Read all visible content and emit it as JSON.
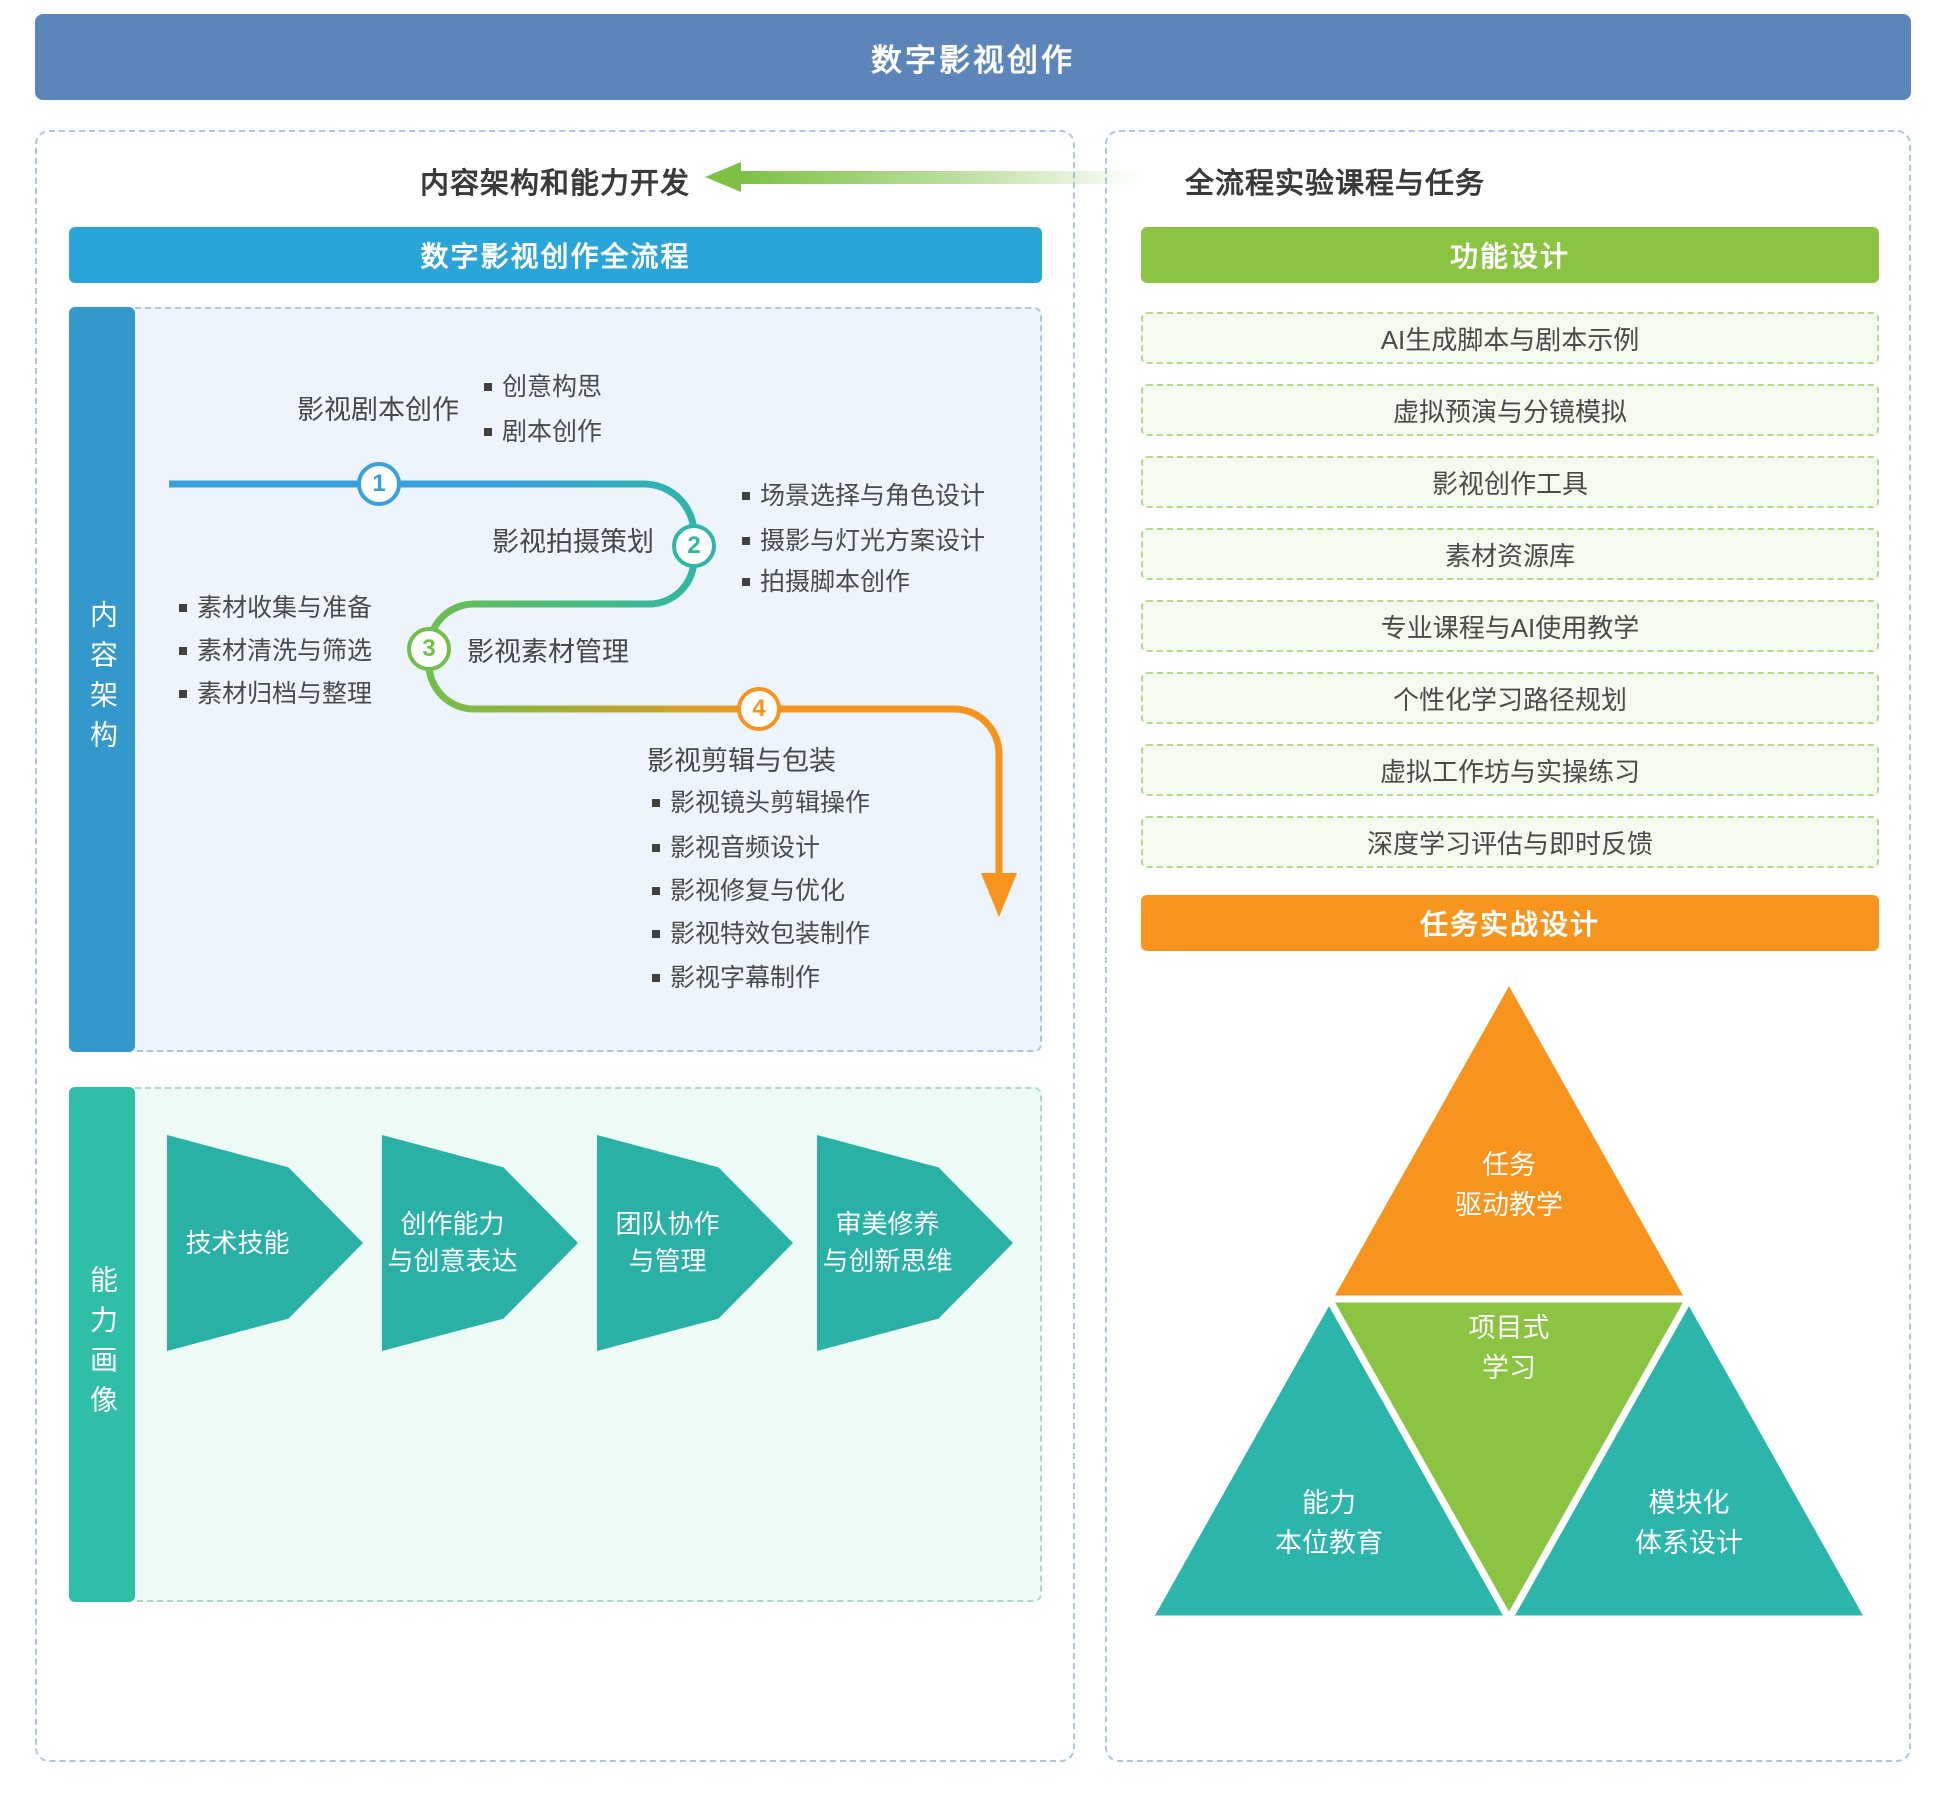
{
  "page": {
    "title": "数字影视创作"
  },
  "left_panel": {
    "title": "内容架构和能力开发",
    "process_header": "数字影视创作全流程",
    "sidebar_label": "内容架构",
    "stages": [
      {
        "num": "1",
        "label": "影视剧本创作",
        "bullets": [
          "创意构思",
          "剧本创作"
        ]
      },
      {
        "num": "2",
        "label": "影视拍摄策划",
        "bullets": [
          "场景选择与角色设计",
          "摄影与灯光方案设计",
          "拍摄脚本创作"
        ]
      },
      {
        "num": "3",
        "label": "影视素材管理",
        "bullets": [
          "素材收集与准备",
          "素材清洗与筛选",
          "素材归档与整理"
        ]
      },
      {
        "num": "4",
        "label": "影视剪辑与包装",
        "bullets": [
          "影视镜头剪辑操作",
          "影视音频设计",
          "影视修复与优化",
          "影视特效包装制作",
          "影视字幕制作"
        ]
      }
    ],
    "capability": {
      "sidebar_label": "能力画像",
      "items": [
        {
          "line1": "技术技能",
          "line2": ""
        },
        {
          "line1": "创作能力",
          "line2": "与创意表达"
        },
        {
          "line1": "团队协作",
          "line2": "与管理"
        },
        {
          "line1": "审美修养",
          "line2": "与创新思维"
        }
      ]
    }
  },
  "right_panel": {
    "title": "全流程实验课程与任务",
    "function_header": "功能设计",
    "function_items": [
      "AI生成脚本与剧本示例",
      "虚拟预演与分镜模拟",
      "影视创作工具",
      "素材资源库",
      "专业课程与AI使用教学",
      "个性化学习路径规划",
      "虚拟工作坊与实操练习",
      "深度学习评估与即时反馈"
    ],
    "task_header": "任务实战设计",
    "pyramid": {
      "top": {
        "line1": "任务",
        "line2": "驱动教学"
      },
      "middle": {
        "line1": "项目式",
        "line2": "学习"
      },
      "bottom_left": {
        "line1": "能力",
        "line2": "本位教育"
      },
      "bottom_right": {
        "line1": "模块化",
        "line2": "体系设计"
      }
    }
  },
  "colors": {
    "header_bar": "#5c86ba",
    "process_header": "#2aa5d8",
    "content_sidebar": "#3398cb",
    "capability_sidebar": "#2fbfa7",
    "capability_arrow": "#28b1a4",
    "function_header": "#8bc440",
    "task_header": "#f7941e",
    "stage_1": "#38a1d9",
    "stage_2": "#2eb6a8",
    "stage_3": "#6ec04b",
    "stage_4": "#f7941e",
    "arrow_green": "#7cc144",
    "pyramid_top": "#f7941e",
    "pyramid_middle": "#8bc440",
    "pyramid_bottom": "#2cb5ab"
  }
}
